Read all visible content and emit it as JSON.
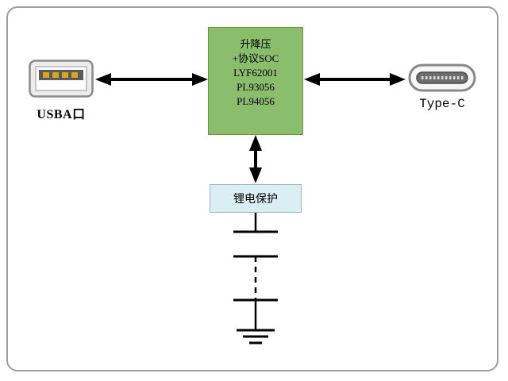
{
  "soc_block": {
    "lines": [
      "升降压",
      "+协议SOC",
      "LYF62001",
      "PL93056",
      "PL94056"
    ]
  },
  "ports": {
    "usba_label": "USBA口",
    "typec_label": "Type-C"
  },
  "protect_label": "锂电保护",
  "colors": {
    "soc_fill": "#8abe6c",
    "soc_border": "#60983f",
    "protect_fill": "#daeef3",
    "protect_border": "#9ab8c0",
    "frame_border": "#9e9e9e",
    "line": "#000000",
    "usb_pin": "#d9a520"
  }
}
